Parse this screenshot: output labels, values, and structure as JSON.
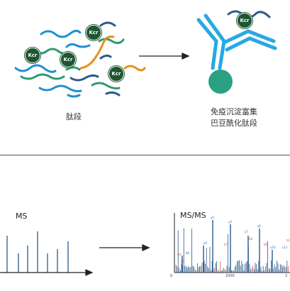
{
  "top": {
    "peptides_caption": "肽段",
    "enrichment_caption_line1": "免疫沉淀富集",
    "enrichment_caption_line2": "巴豆酰化肽段",
    "kcr_label": "Kcr",
    "colors": {
      "kcr_fill": "#1e5631",
      "antibody": "#27a9e1",
      "bead": "#2aa182",
      "peptide_blue": "#1f8fd1",
      "peptide_green": "#2e9a72",
      "peptide_orange": "#e8901a",
      "peptide_navy": "#2a5a8a"
    }
  },
  "bottom": {
    "ms_title": "MS",
    "msms_title": "MS/MS",
    "axis_ticks": [
      "0",
      "1000",
      "2"
    ],
    "peak_labels_blue": [
      "y5",
      "y3",
      "y6",
      "y9",
      "y7",
      "y11",
      "y10",
      "b6"
    ],
    "peak_labels_red": [
      "b4",
      "b5",
      "b7",
      "b8",
      "b9",
      "b11"
    ]
  }
}
